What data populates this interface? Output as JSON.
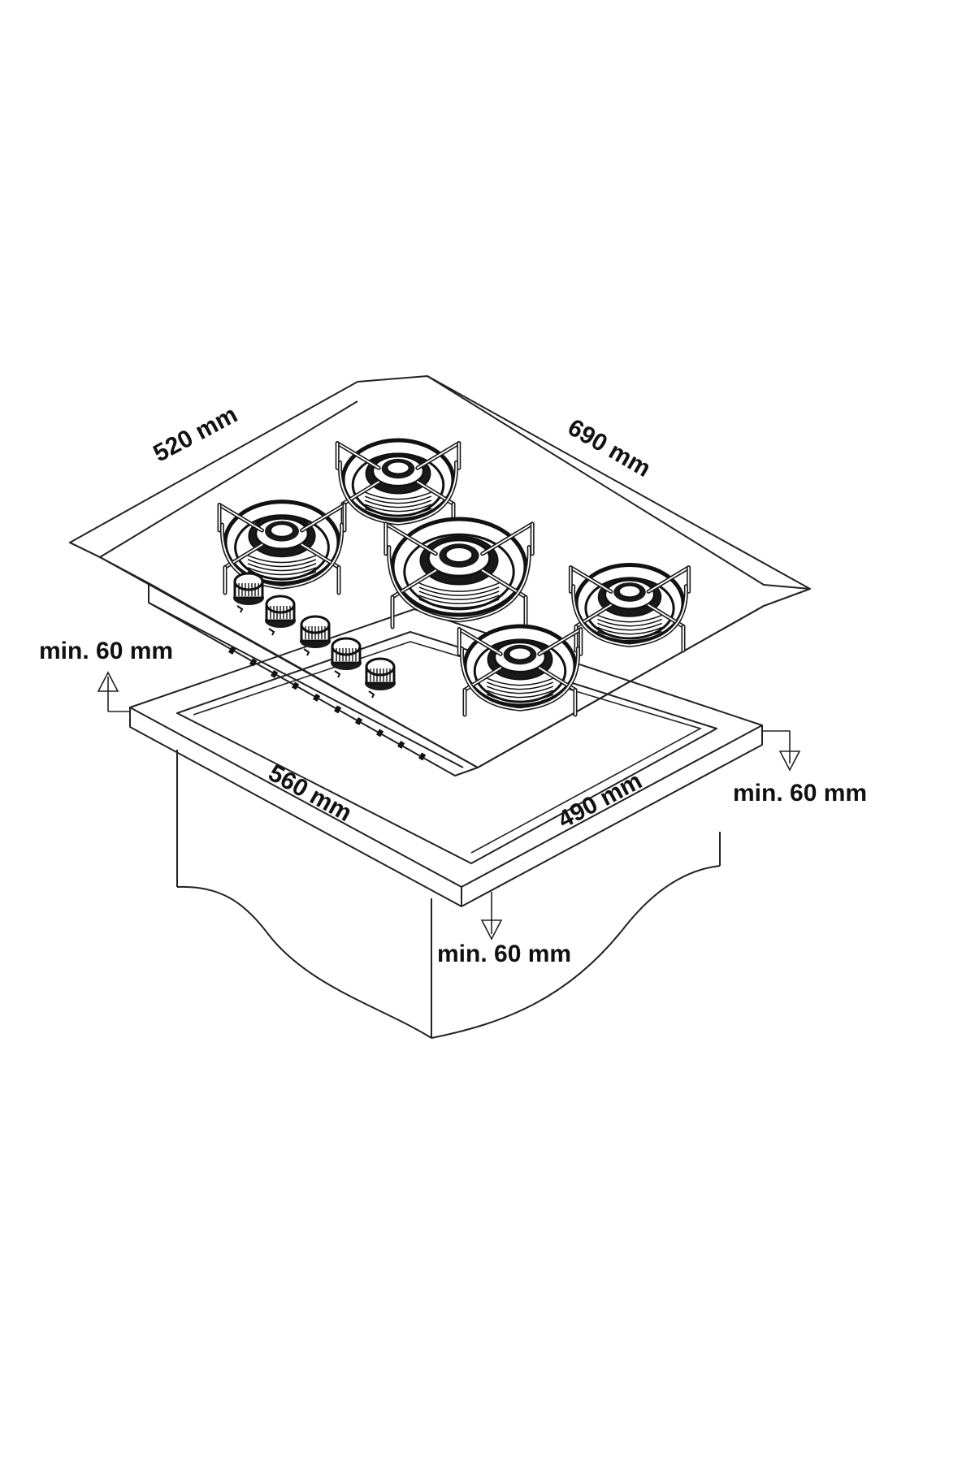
{
  "diagram": {
    "subject": "gas hob installation dimensions",
    "labels": {
      "hob_depth": "520 mm",
      "hob_width": "690 mm",
      "cutout_width": "560 mm",
      "cutout_depth": "490 mm",
      "clearance_left": "min. 60 mm",
      "clearance_right": "min. 60 mm",
      "clearance_front": "min. 60 mm"
    },
    "burner_count": 5,
    "knob_count": 5
  }
}
